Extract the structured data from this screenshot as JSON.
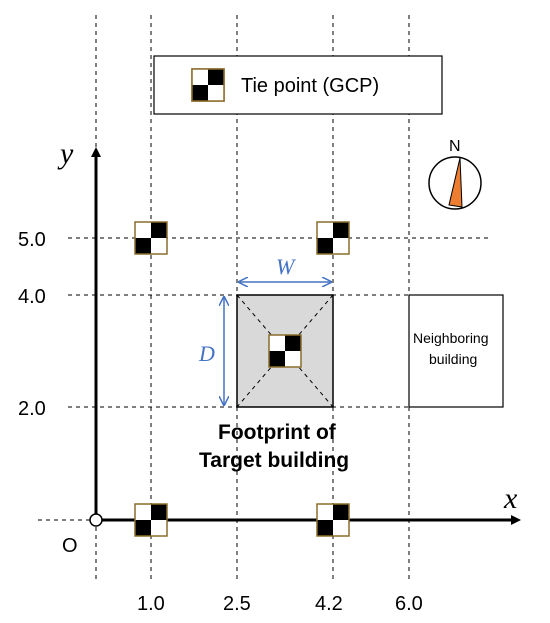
{
  "legend": {
    "label": "Tie point (GCP)",
    "icon": "tie-point-icon"
  },
  "axes": {
    "x_name": "x",
    "y_name": "y",
    "origin_label": "O"
  },
  "x_ticks": [
    "1.0",
    "2.5",
    "4.2",
    "6.0"
  ],
  "y_ticks": [
    "5.0",
    "4.0",
    "2.0"
  ],
  "compass": {
    "label": "N"
  },
  "dimensions": {
    "width_label": "W",
    "depth_label": "D"
  },
  "neighbor": {
    "line1": "Neighboring",
    "line2": "building"
  },
  "caption": {
    "line1": "Footprint of",
    "line2": "Target building"
  },
  "tie_points": [
    {
      "x": 1.0,
      "y": 5.0
    },
    {
      "x": 4.2,
      "y": 5.0
    },
    {
      "x": 3.35,
      "y": 3.0
    },
    {
      "x": 1.0,
      "y": 0.0
    },
    {
      "x": 4.2,
      "y": 0.0
    }
  ],
  "colors": {
    "dimension": "#4472c4",
    "building_fill": "#d9d9d9",
    "tie_point_border": "#8b6d2b",
    "compass_needle": "#ed7d31"
  }
}
